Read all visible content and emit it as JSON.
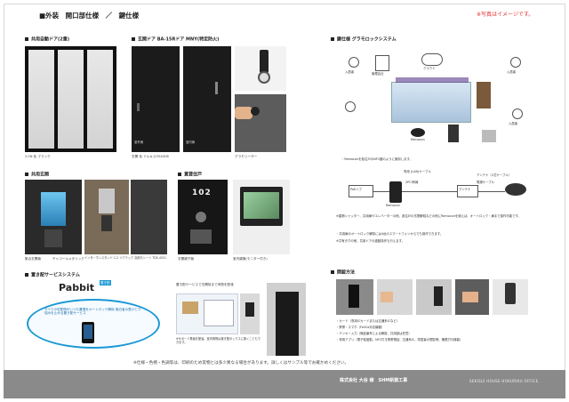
{
  "header": {
    "title": "■外装　開口部仕様　／　鍵仕様",
    "note": "※写真はイメージです。",
    "note_color": "#e0302a"
  },
  "left": {
    "auto_door": {
      "heading": "共用自動ドア(2重)",
      "caption": "2.0N 色 ブラック"
    },
    "front_door": {
      "heading": "玄関ドア BA-15Rドア MNY(特定防火)",
      "caption1": "玄関 色 ミルキスOSA306",
      "outside_label": "室外側",
      "inside_label": "室内側",
      "reader_caption": "グラモリーダー"
    },
    "entrance": {
      "heading": "共用玄関",
      "panel_caption": "集合玄関機",
      "label2": "チャコールメタリック",
      "label3": "インターホンスタンド C-2 リアテック 高耐久シート TDE-4551"
    },
    "dwelling": {
      "heading": "賃貸住戸",
      "door_number": "102",
      "panel_caption": "玄関親子機",
      "monitor_caption": "室内親機(モニター付き)"
    },
    "delivery": {
      "heading": "置き配サービスシステム",
      "brand": "Pabbit",
      "brand_sub": "置き配",
      "balloon_text": "すべての宅配物がいつも置場をオートロック解除 宿泊者の受けとり悩みを止める置き配サービス",
      "sub_caption": "置き配サービスで玄関前まで荷物を配達",
      "note": "※サポート業者を配達。室内荷物は置き配ボックスに置くこともできます。"
    }
  },
  "right": {
    "key_system": {
      "heading": "鍵仕様 グラモロックシステム",
      "diagram_labels": [
        "入居者",
        "管理会社",
        "クラウド",
        "入居者",
        "Remocon",
        "入居者"
      ],
      "note1": "・Remoconを各住戸のNFC鍵のように使用します。",
      "wiring_labels": [
        "PoEハブ",
        "Remocon",
        "アンテナ"
      ],
      "wiring_notes": [
        "専用 (LAN)ケーブル",
        "2PCI有線",
        "アンテナ（2芯ケーブル）",
        "電源ケーブル"
      ],
      "bullet1": "※建物シャッター、共用扉やエレベーターの他、各住戸の玄関解錠などの他にRemoconを使えば、オートロック・扉まで操作可能です。",
      "bullet2": "・共用扉のオートロック解除には4台のスマートフォンからでも操作できます。",
      "bullet3": "※共有タグの他、共用ドアの連動操作も行えます。"
    },
    "unlock": {
      "heading": "開錠方法",
      "methods": [
        "・カード（専用ICカードまたは交通系ICなど）",
        "・携帯・スマホ（FeliCa対応機種）",
        "・テンキー入力（暗証番号による解錠、共用部は任意）",
        "・専用アプリ（電子錠連動、NFC付き携帯電話、交通系IC、同居者の閲覧等、権限付与機能）"
      ]
    }
  },
  "footer": {
    "disclaimer": "※仕様・色柄・色調等は、印刷のため実物とは多少異なる場合があります。詳しくはサンプル等でお確かめください。",
    "company": "株式会社 大谷 様　SHM新築工事",
    "office": "SEKISUI HOUSE HOKURIKU OFFICE"
  }
}
